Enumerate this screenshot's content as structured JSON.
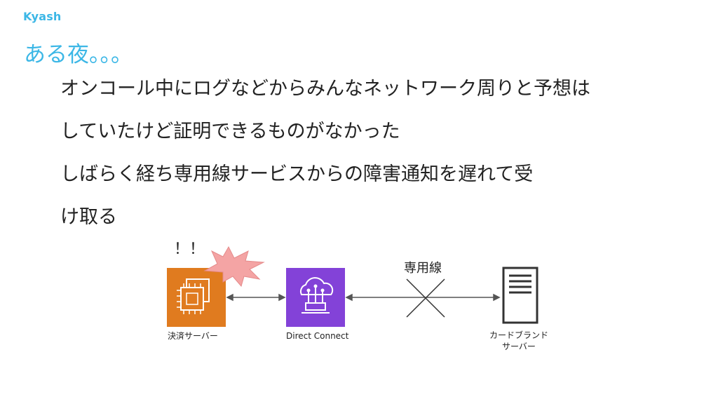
{
  "header": {
    "brand": "Kyash"
  },
  "slide": {
    "title": "ある夜。。。",
    "lines": [
      "オンコール中にログなどからみんなネットワーク周りと予想は",
      "していたけど証明できるものがなかった",
      "しばらく経ち専用線サービスからの障害通知を遅れて受",
      "け取る"
    ]
  },
  "diagram": {
    "exclaim": "！！",
    "payment_server_label": "決済サーバー",
    "direct_connect_label": "Direct Connect",
    "leased_line_label": "専用線",
    "card_server_label_line1": "カードブランド",
    "card_server_label_line2": "サーバー",
    "colors": {
      "ec2_orange": "#e07b1f",
      "direct_connect_purple": "#8342d8",
      "burst_pink": "#f4a4a4"
    },
    "icons": [
      "ec2-chip-icon",
      "direct-connect-icon",
      "server-rack-icon",
      "explosion-burst-icon",
      "cross-mark-icon"
    ]
  }
}
